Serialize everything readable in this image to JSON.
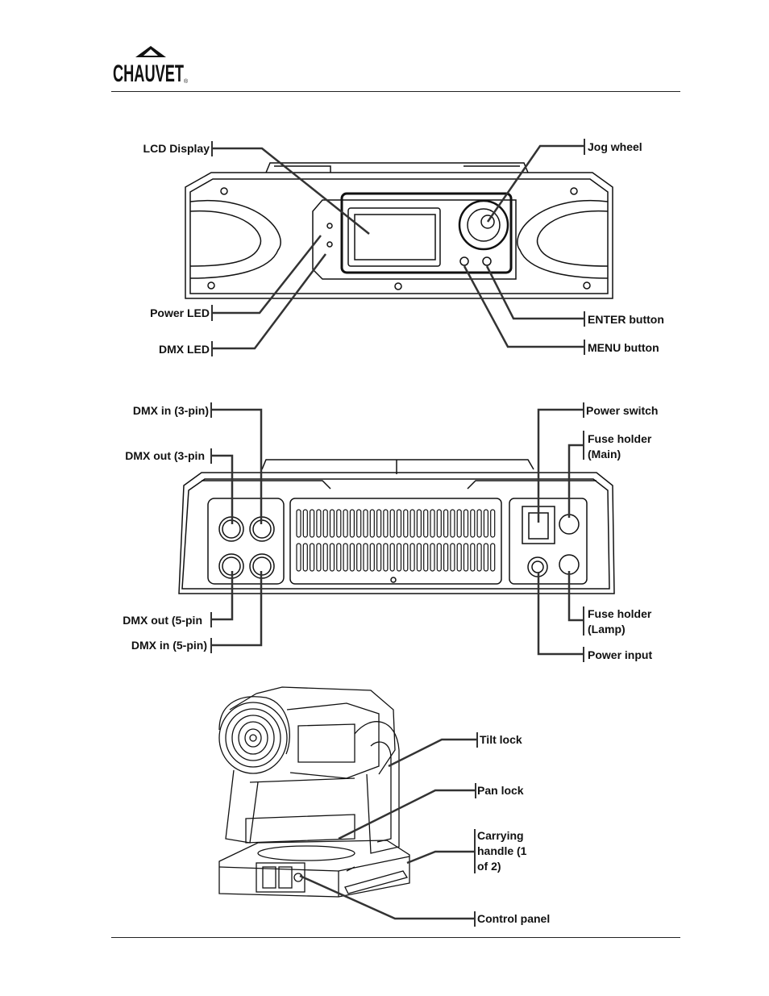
{
  "header": {
    "brand": "CHAUVET"
  },
  "front_panel": {
    "lcd_display": "LCD Display",
    "jog_wheel": "Jog wheel",
    "power_led": "Power LED",
    "dmx_led": "DMX LED",
    "enter_button": "ENTER button",
    "menu_button": "MENU button"
  },
  "rear_panel": {
    "dmx_in_3pin": "DMX in (3-pin)",
    "dmx_out_3pin": "DMX out (3-pin",
    "dmx_out_5pin": "DMX out (5-pin",
    "dmx_in_5pin": "DMX in (5-pin)",
    "power_switch": "Power switch",
    "fuse_main": "Fuse holder (Main)",
    "fuse_lamp": "Fuse holder (Lamp)",
    "power_input": "Power input"
  },
  "fixture": {
    "tilt_lock": "Tilt lock",
    "pan_lock": "Pan lock",
    "carrying_handle": "Carrying handle (1 of 2)",
    "control_panel": "Control panel"
  }
}
